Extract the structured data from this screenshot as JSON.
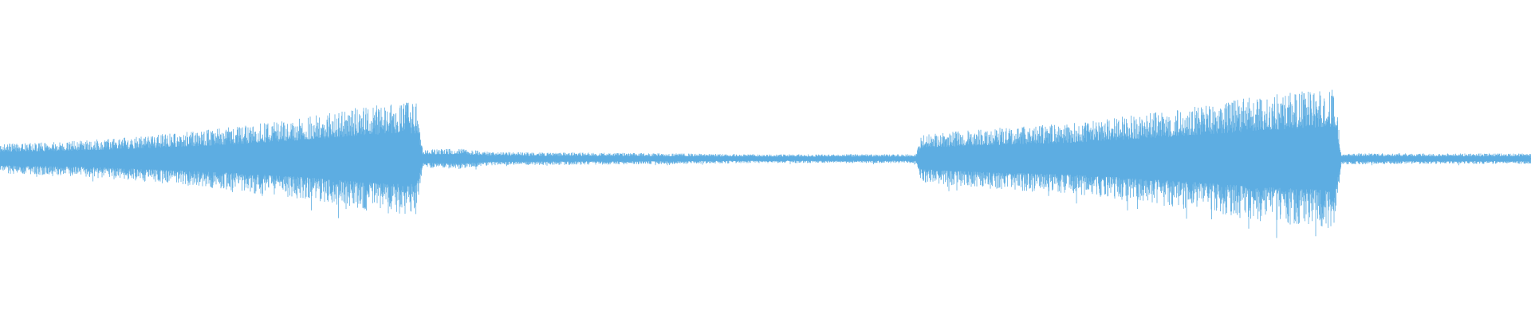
{
  "waveform": {
    "color": "#5dade2",
    "background": "#ffffff",
    "amplitude_envelope": [
      [
        0.0,
        0.1
      ],
      [
        0.05,
        0.12
      ],
      [
        0.1,
        0.16
      ],
      [
        0.14,
        0.2
      ],
      [
        0.2,
        0.28
      ],
      [
        0.23,
        0.34
      ],
      [
        0.26,
        0.38
      ],
      [
        0.272,
        0.38
      ],
      [
        0.276,
        0.06
      ],
      [
        0.3,
        0.07
      ],
      [
        0.32,
        0.045
      ],
      [
        0.4,
        0.04
      ],
      [
        0.5,
        0.03
      ],
      [
        0.598,
        0.03
      ],
      [
        0.602,
        0.16
      ],
      [
        0.64,
        0.2
      ],
      [
        0.7,
        0.24
      ],
      [
        0.76,
        0.32
      ],
      [
        0.82,
        0.42
      ],
      [
        0.872,
        0.48
      ],
      [
        0.876,
        0.04
      ],
      [
        0.93,
        0.035
      ],
      [
        1.0,
        0.035
      ]
    ]
  }
}
